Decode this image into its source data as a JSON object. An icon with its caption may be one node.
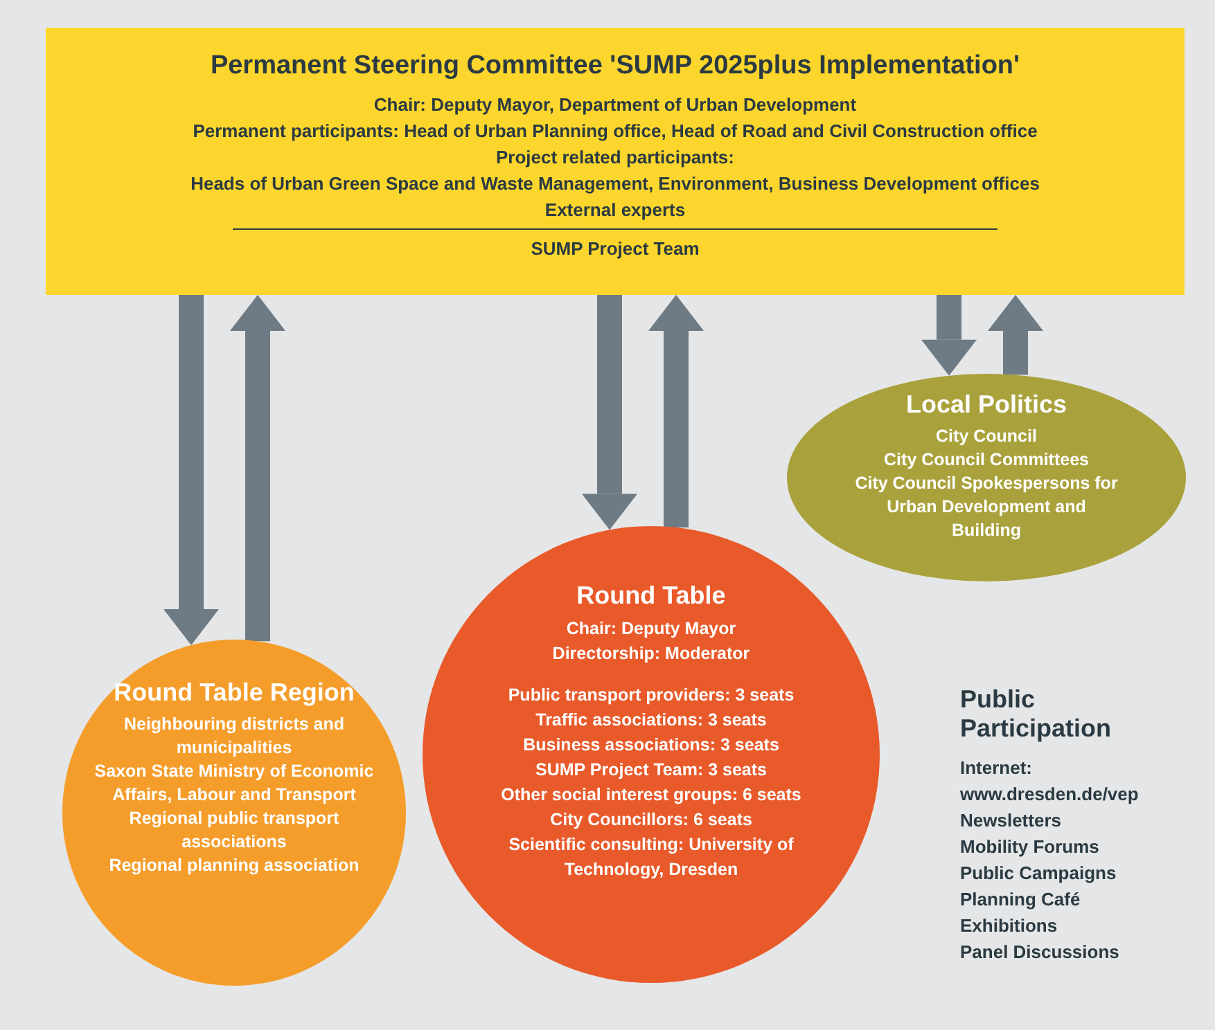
{
  "diagram": {
    "nodes": [
      {
        "text": [
          "Permanent Steering Committee 'SUMP 2025plus Implementation'",
          "Chair: Deputy Mayor, Department of Urban Development",
          "Permanent participants: Head of Urban Planning office, Head of Road and Civil Construction office",
          "Project related participants:",
          "Heads of Urban Green Space and Waste Management, Environment, Business Development offices",
          "External experts",
          "SUMP Project Team"
        ]
      },
      {
        "text": [
          "Round Table Region",
          "Neighbouring districts and municipalities",
          "Saxon State Ministry of Economic Affairs, Labour and Transport",
          "Regional public transport associations",
          "Regional planning association"
        ]
      },
      {
        "text": [
          "Round Table",
          "Chair: Deputy Mayor",
          "Directorship: Moderator",
          "Public transport providers: 3 seats",
          "Traffic associations: 3 seats",
          "Business associations: 3 seats",
          "SUMP Project Team: 3 seats",
          "Other social interest groups: 6 seats",
          "City Councillors: 6 seats",
          "Scientific consulting: University of Technology, Dresden"
        ]
      },
      {
        "text": [
          "Local Politics",
          "City Council",
          "City Council Committees",
          "City Council Spokespersons for Urban Development and Building"
        ]
      }
    ],
    "edges": [
      {
        "from": 0,
        "to": 1,
        "arrow": "to"
      },
      {
        "from": 1,
        "to": 0,
        "arrow": "to"
      },
      {
        "from": 0,
        "to": 2,
        "arrow": "to"
      },
      {
        "from": 2,
        "to": 0,
        "arrow": "to"
      },
      {
        "from": 0,
        "to": 3,
        "arrow": "to"
      },
      {
        "from": 3,
        "to": 0,
        "arrow": "to"
      }
    ],
    "labels": [
      "Public Participation",
      "Internet:",
      "www.dresden.de/vep",
      "Newsletters",
      "Mobility Forums",
      "Public Campaigns",
      "Planning Café",
      "Exhibitions",
      "Panel Discussions"
    ]
  }
}
